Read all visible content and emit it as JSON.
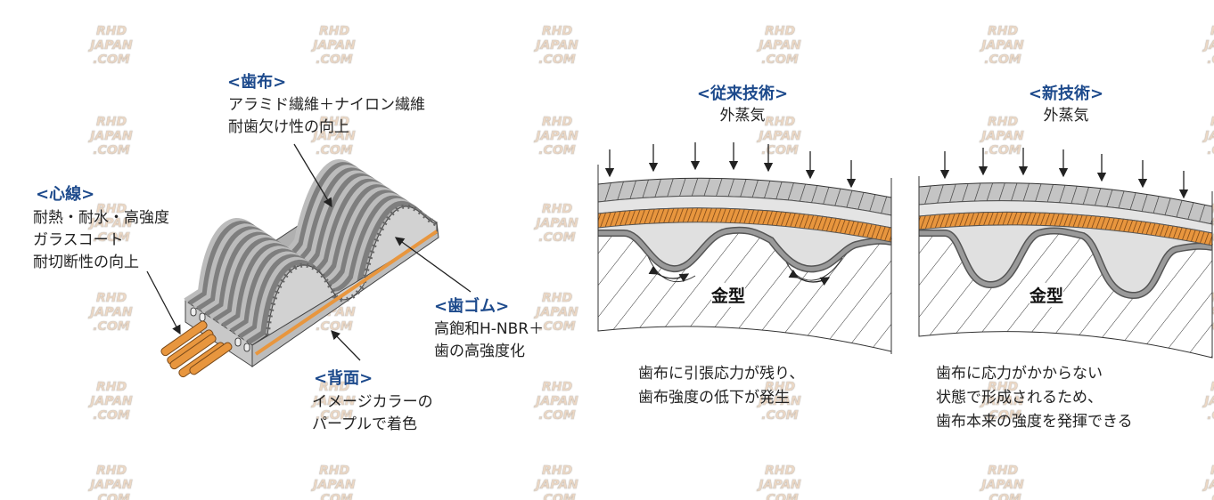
{
  "belt": {
    "fabric": {
      "title": "<歯布>",
      "lines": [
        "アラミド繊維＋ナイロン繊維",
        "耐歯欠け性の向上"
      ]
    },
    "cord": {
      "title": "<心線>",
      "lines": [
        "耐熱・耐水・高強度",
        "ガラスコート",
        "耐切断性の向上"
      ]
    },
    "rubber": {
      "title": "<歯ゴム>",
      "lines": [
        "高飽和H-NBR＋",
        "歯の高強度化"
      ]
    },
    "back": {
      "title": "<背面>",
      "lines": [
        "イメージカラーの",
        "パープルで着色"
      ]
    }
  },
  "conventional": {
    "title": "<従来技術>",
    "steam": "外蒸気",
    "mold": "金型",
    "caption": [
      "歯布に引張応力が残り、",
      "歯布強度の低下が発生"
    ]
  },
  "new_tech": {
    "title": "<新技術>",
    "steam": "外蒸気",
    "mold": "金型",
    "caption": [
      "歯布に応力がかからない",
      "状態で形成されるため、",
      "歯布本来の強度を発揮できる"
    ]
  },
  "colors": {
    "heading": "#1d4a8c",
    "orange": "#e8963e",
    "gray": "#a8a8a8"
  },
  "watermark": {
    "lines": [
      "RHD",
      "JAPAN",
      ".COM"
    ]
  }
}
